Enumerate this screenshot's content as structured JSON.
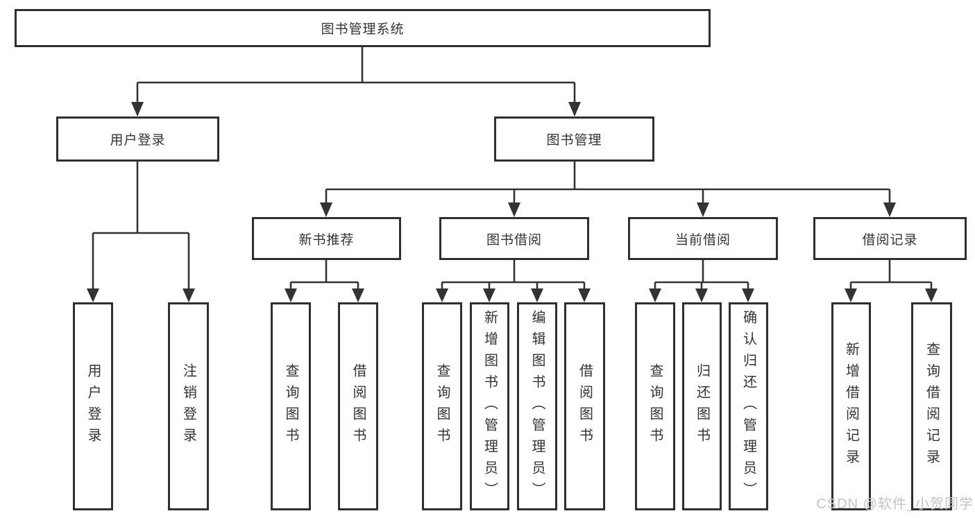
{
  "tree": {
    "root": {
      "label": "图书管理系统"
    },
    "branches": [
      {
        "label": "用户登录",
        "leaves": [
          {
            "label": "用户登录"
          },
          {
            "label": "注销登录"
          }
        ]
      },
      {
        "label": "图书管理",
        "sections": [
          {
            "label": "新书推荐",
            "leaves": [
              {
                "label": "查询图书"
              },
              {
                "label": "借阅图书"
              }
            ]
          },
          {
            "label": "图书借阅",
            "leaves": [
              {
                "label": "查询图书"
              },
              {
                "label": "新增图书（管理员）"
              },
              {
                "label": "编辑图书（管理员）"
              },
              {
                "label": "借阅图书"
              }
            ]
          },
          {
            "label": "当前借阅",
            "leaves": [
              {
                "label": "查询图书"
              },
              {
                "label": "归还图书"
              },
              {
                "label": "确认归还（管理员）"
              }
            ]
          },
          {
            "label": "借阅记录",
            "leaves": [
              {
                "label": "新增借阅记录"
              },
              {
                "label": "查询借阅记录"
              }
            ]
          }
        ]
      }
    ]
  },
  "watermark": {
    "text": "CSDN @软件_小贺同学"
  },
  "colors": {
    "line": "#333333",
    "box_border": "#2f2f2f",
    "text": "#333333",
    "background": "#ffffff",
    "watermark": "#c4c4c4"
  }
}
